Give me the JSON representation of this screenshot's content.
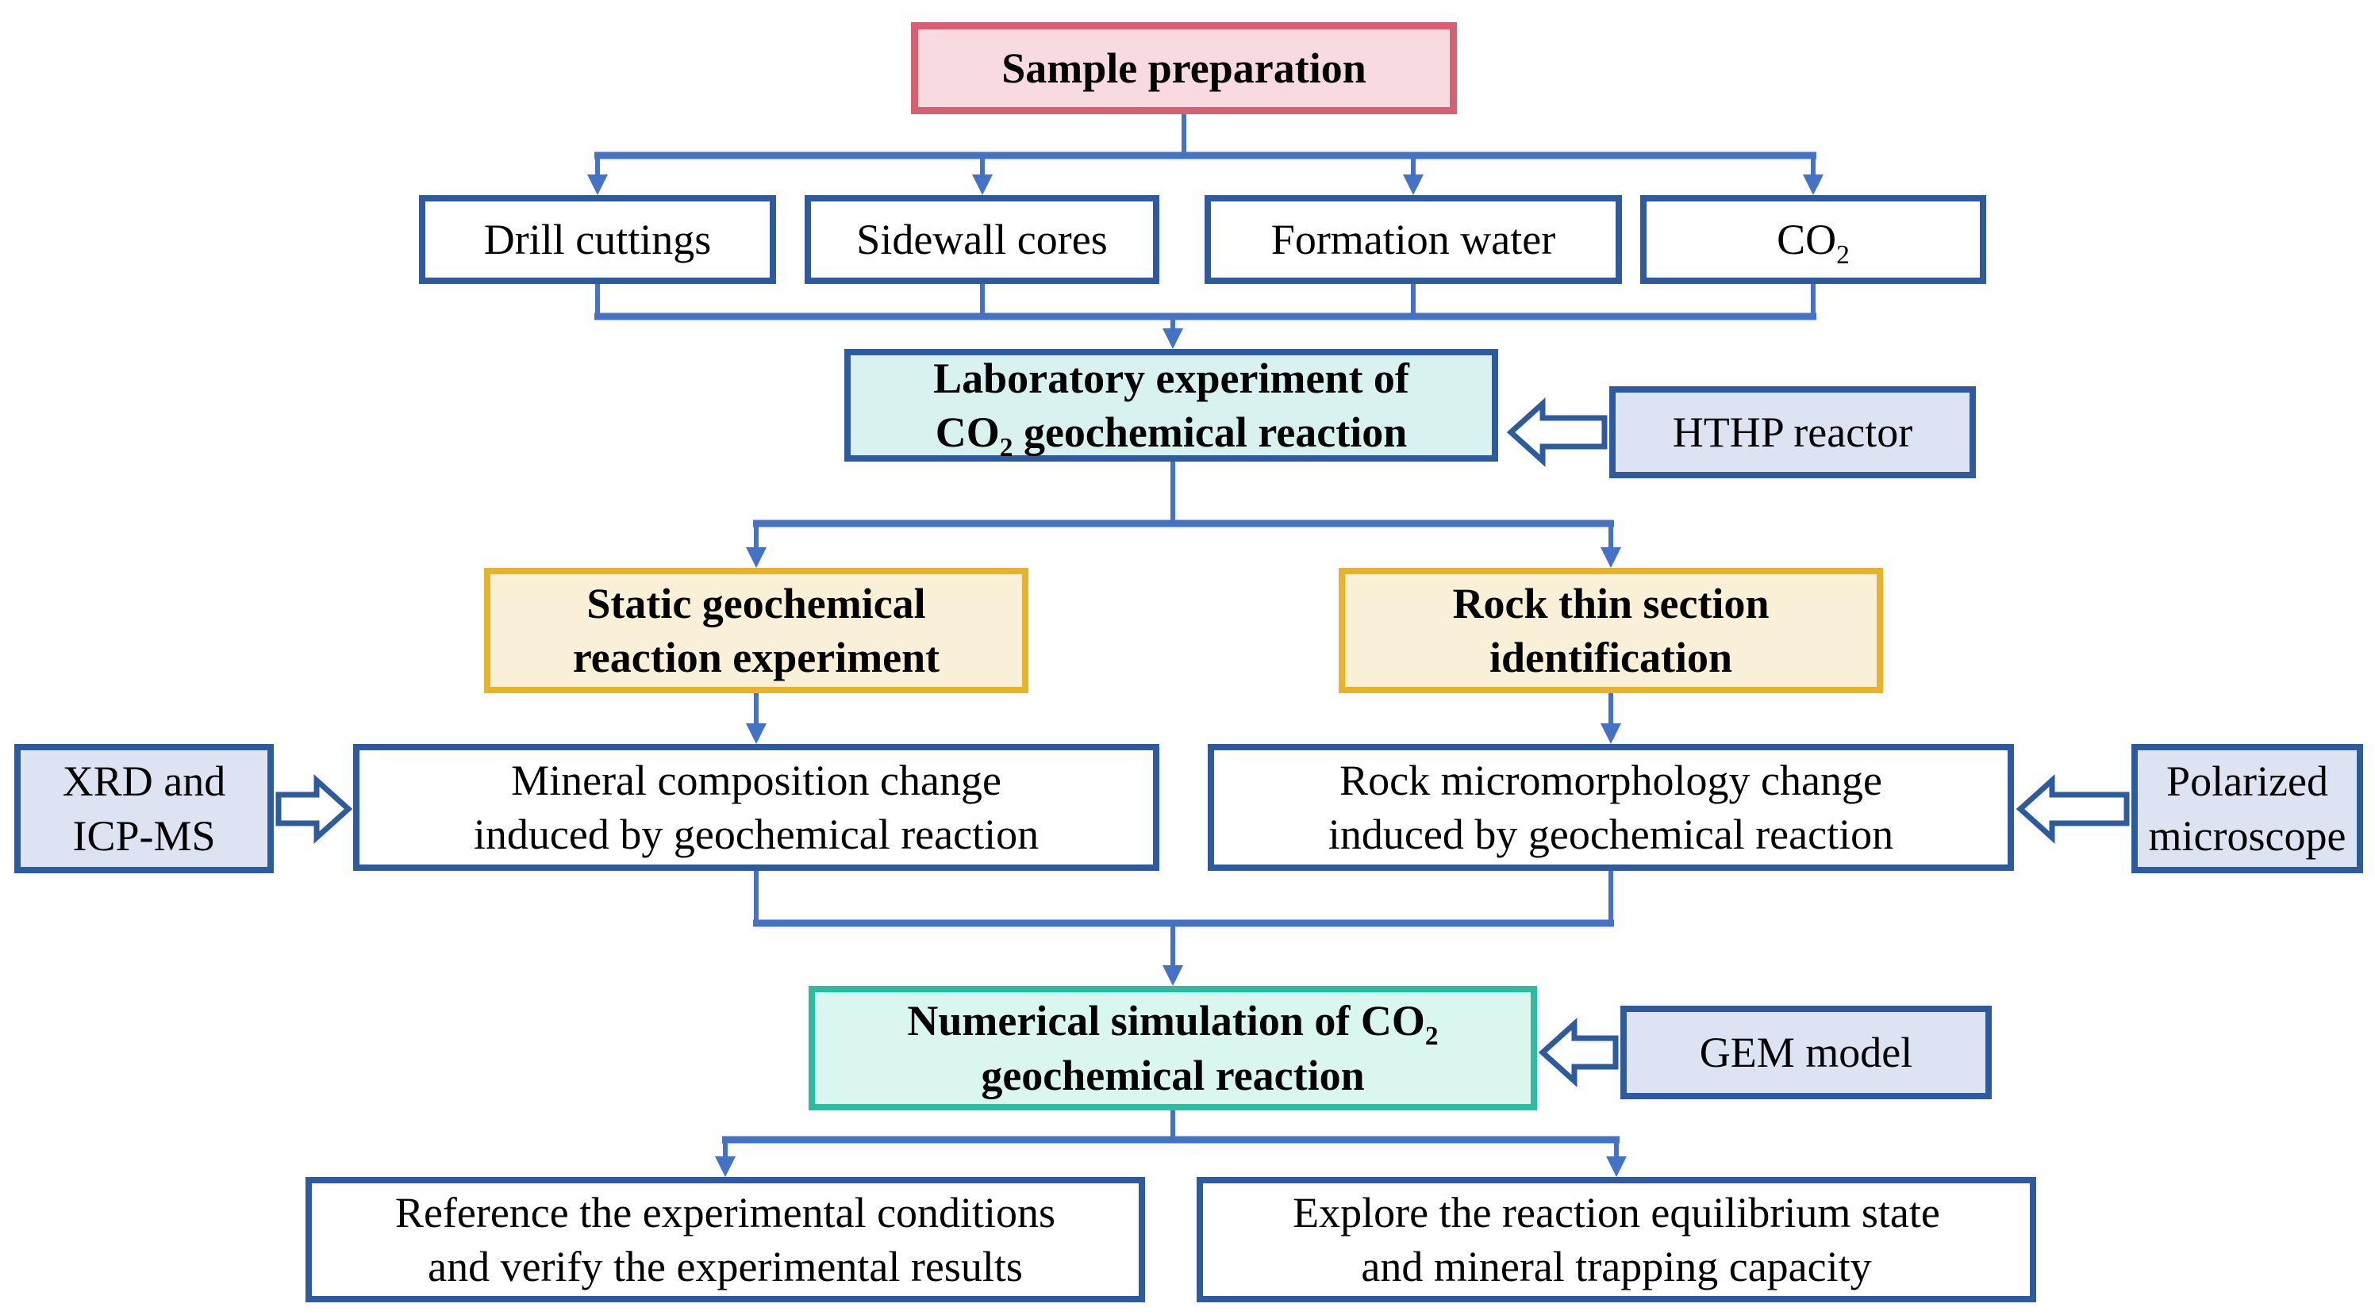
{
  "colors": {
    "connector_blue": "#4472c4",
    "box_border_blue": "#2e5b9e",
    "pink_fill": "#f8dbe1",
    "pink_border": "#d75f72",
    "cyan_fill": "#d8f3ef",
    "mint_fill": "#d9f6ef",
    "teal_border": "#2abda2",
    "yellow_fill": "#faf0d8",
    "yellow_border": "#e7b32d",
    "lavender_fill": "#dce4f3",
    "text": "#000000"
  },
  "nodes": {
    "sample_preparation": {
      "label": "Sample preparation"
    },
    "drill_cuttings": {
      "label": "Drill cuttings"
    },
    "sidewall_cores": {
      "label": "Sidewall cores"
    },
    "formation_water": {
      "label": "Formation water"
    },
    "co2": {
      "pre": "CO",
      "sub": "2"
    },
    "lab_experiment": {
      "line1": "Laboratory experiment of",
      "line2_pre": "CO",
      "line2_sub": "2",
      "line2_post": " geochemical reaction"
    },
    "hthp_reactor": {
      "label": "HTHP reactor"
    },
    "static_experiment": {
      "line1": "Static geochemical",
      "line2": "reaction experiment"
    },
    "rock_thin_section": {
      "line1": "Rock thin section",
      "line2": "identification"
    },
    "xrd_icpms": {
      "line1": "XRD and",
      "line2": "ICP-MS"
    },
    "mineral_change": {
      "line1": "Mineral composition change",
      "line2": "induced by geochemical reaction"
    },
    "rock_micromorphology": {
      "line1": "Rock micromorphology change",
      "line2": "induced by geochemical reaction"
    },
    "polarized_microscope": {
      "line1": "Polarized",
      "line2": "microscope"
    },
    "numerical_simulation": {
      "line1_pre": "Numerical simulation of CO",
      "line1_sub": "2",
      "line2": "geochemical reaction"
    },
    "gem_model": {
      "label": "GEM model"
    },
    "reference_conditions": {
      "line1": "Reference the experimental conditions",
      "line2": "and verify the experimental results"
    },
    "explore_equilibrium": {
      "line1": "Explore the reaction equilibrium state",
      "line2": "and mineral trapping capacity"
    }
  }
}
